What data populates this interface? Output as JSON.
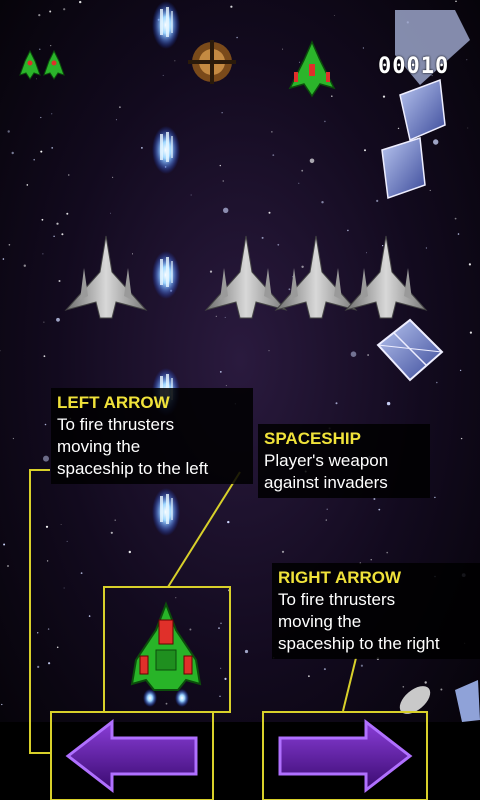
{
  "hud": {
    "score": "00010",
    "lives_count": 2
  },
  "callouts": {
    "left_arrow": {
      "title": "LEFT ARROW",
      "desc": "To fire thrusters\nmoving the\nspaceship to the left"
    },
    "spaceship": {
      "title": "SPACESHIP",
      "desc": "Player's weapon\nagainst invaders"
    },
    "right_arrow": {
      "title": "RIGHT ARROW",
      "desc": "To fire thrusters\nmoving the\nspaceship to the right"
    }
  },
  "controls": {
    "left_icon": "left-arrow-icon",
    "right_icon": "right-arrow-icon"
  },
  "colors": {
    "callout_title": "#f0e23a",
    "callout_outline": "#d8d02a",
    "arrow_fill": "#4a0f8a",
    "arrow_edge": "#8a3ed8",
    "space_bg": "#050308"
  },
  "invaders": {
    "count": 4
  }
}
